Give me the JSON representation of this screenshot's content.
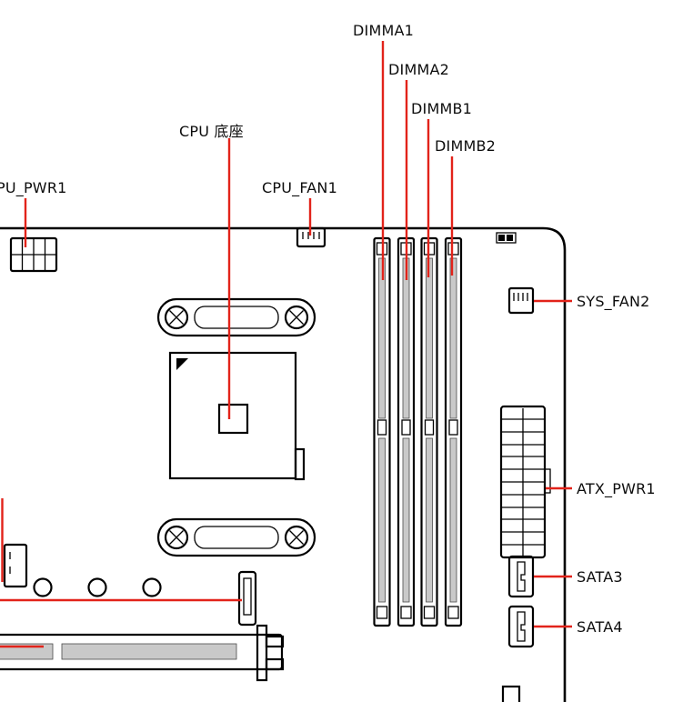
{
  "diagram": {
    "title": "motherboard-connector-overview",
    "labels": {
      "dimma1": "DIMMA1",
      "dimma2": "DIMMA2",
      "dimmb1": "DIMMB1",
      "dimmb2": "DIMMB2",
      "cpu_socket": "CPU 底座",
      "cpu_fan1": "CPU_FAN1",
      "cpu_pwr1": "PU_PWR1",
      "sys_fan2": "SYS_FAN2",
      "atx_pwr1": "ATX_PWR1",
      "sata3": "SATA3",
      "sata4": "SATA4"
    },
    "colors": {
      "leader_line": "#e2231a",
      "board_outline": "#000000",
      "slot_fill": "#c9c9c9",
      "background": "#ffffff"
    }
  }
}
